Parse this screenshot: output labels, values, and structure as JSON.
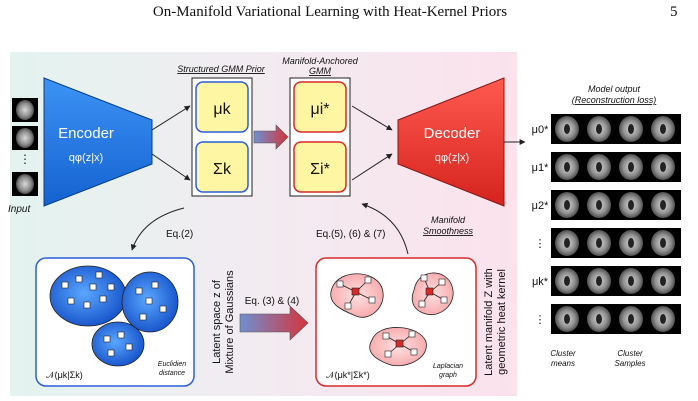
{
  "header": {
    "title": "On-Manifold Variational Learning with Heat-Kernel Priors",
    "page_number": "5"
  },
  "figure": {
    "input_label": "Input",
    "encoder": {
      "title": "Encoder",
      "subtitle": "qφ(z|x)"
    },
    "decoder": {
      "title": "Decoder",
      "subtitle": "qφ(z|x)"
    },
    "gmm_prior": {
      "title": "Structured GMM Prior",
      "mu": "μk",
      "sigma": "Σk"
    },
    "manifold_gmm": {
      "title_line1": "Manifold-Anchored",
      "title_line2": "GMM",
      "mu": "μi*",
      "sigma": "Σi*"
    },
    "eq2": "Eq.(2)",
    "eq567": "Eq.(5), (6) & (7)",
    "manifold_smoothness_line1": "Manifold",
    "manifold_smoothness_line2": "Smoothness",
    "eq34": "Eq. (3) & (4)",
    "latent_gauss_line1": "Latent space z of",
    "latent_gauss_line2": "Mixture of Gaussians",
    "latent_manifold_line1": "Latent manifold Z with",
    "latent_manifold_line2": "geometric heat kernel",
    "left_formula": "𝒩(μk|Σk)",
    "left_note_line1": "Euclidien",
    "left_note_line2": "distance",
    "right_formula": "𝒩(μk*|Σk*)",
    "right_note_line1": "Laplacian",
    "right_note_line2": "graph",
    "model_output_line1": "Model output",
    "model_output_line2": "(Reconstruction loss)",
    "row_labels": [
      "μ0*",
      "μ1*",
      "μ2*",
      "⋮",
      "μk*",
      "⋮"
    ],
    "cluster_means_line1": "Cluster",
    "cluster_means_line2": "means",
    "cluster_samples_line1": "Cluster",
    "cluster_samples_line2": "Samples",
    "input_dots": "⋮"
  },
  "colors": {
    "encoder": "#1f78e6",
    "decoder": "#e8322b",
    "gmm_inner": "#fff6a3",
    "left_panel_border": "#2c5fd8",
    "right_panel_border": "#d92a2a"
  }
}
